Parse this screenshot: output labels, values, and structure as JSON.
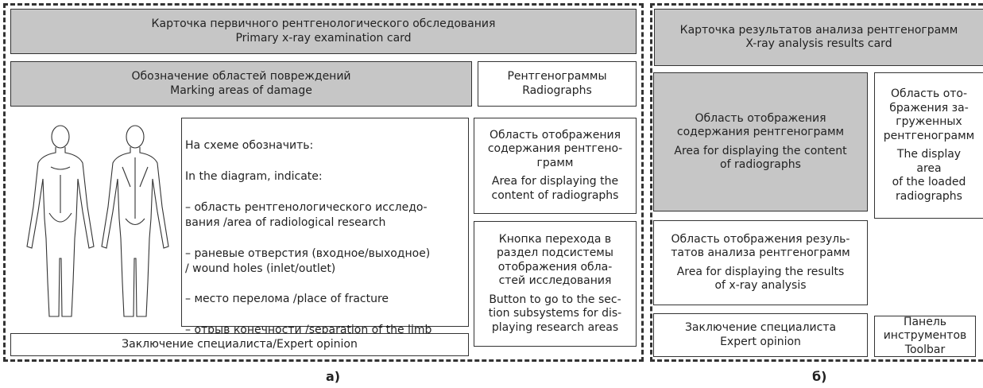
{
  "panel_a": {
    "header": {
      "ru": "Карточка первичного рентгенологического обследования",
      "en": "Primary x-ray examination card"
    },
    "marking": {
      "ru": "Обозначение областей повреждений",
      "en": "Marking areas of damage"
    },
    "radiographs": {
      "ru": "Рентгенограммы",
      "en": "Radiographs"
    },
    "instructions": {
      "lines": [
        "На схеме обозначить:",
        "In the diagram, indicate:",
        "– область рентгенологического исследо-\nвания /area of radiological research",
        "– раневые отверстия (входное/выходное)\n / wound holes (inlet/outlet)",
        "– место перелома /place of fracture",
        "– отрыв конечности /separation of the limb"
      ]
    },
    "content_area": {
      "ru": "Область отображения\nсодержания рентгено-\nграмм",
      "en": "Area for displaying the\ncontent of radiographs"
    },
    "nav_button": {
      "ru": "Кнопка перехода в\nраздел подсистемы\nотображения обла-\nстей исследования",
      "en": "Button to go to the sec-\ntion subsystems for dis-\nplaying research areas"
    },
    "expert_opinion": "Заключение специалиста/Expert opinion",
    "caption": "а)"
  },
  "panel_b": {
    "header": {
      "ru": "Карточка результатов анализа рентгенограмм",
      "en": "X-ray analysis results card"
    },
    "content_area": {
      "ru": "Область отображения\nсодержания рентгенограмм",
      "en": "Area for displaying the content\nof radiographs"
    },
    "loaded_area": {
      "ru": "Область ото-\nбражения за-\nгруженных\nрентгенограмм",
      "en": "The display\narea\nof the loaded\nradiographs"
    },
    "results_area": {
      "ru": "Область отображения резуль-\nтатов анализа рентгенограмм",
      "en": "Area for displaying the results\nof x-ray analysis"
    },
    "expert_opinion": {
      "ru": "Заключение специалиста",
      "en": "Expert opinion"
    },
    "toolbar": {
      "ru": "Панель\nинструментов",
      "en": "Toolbar"
    },
    "caption": "б)"
  },
  "colors": {
    "gray_fill": "#c6c6c6",
    "border": "#333333"
  }
}
